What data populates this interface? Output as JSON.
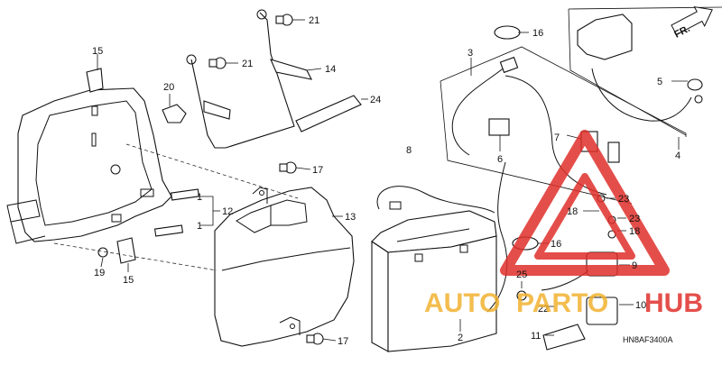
{
  "callouts": {
    "c1a": "1",
    "c1b": "1",
    "c2": "2",
    "c3": "3",
    "c4": "4",
    "c5": "5",
    "c6": "6",
    "c7": "7",
    "c8": "8",
    "c9": "9",
    "c10": "10",
    "c11": "11",
    "c12": "12",
    "c13": "13",
    "c14": "14",
    "c15a": "15",
    "c15b": "15",
    "c16a": "16",
    "c16b": "16",
    "c17a": "17",
    "c17b": "17",
    "c18a": "18",
    "c18b": "18",
    "c19": "19",
    "c20": "20",
    "c21a": "21",
    "c21b": "21",
    "c22": "22",
    "c23a": "23",
    "c23b": "23",
    "c24": "24",
    "c25": "25"
  },
  "direction_marker": "FR.",
  "diagram_code": "HN8AF3400A",
  "watermark": {
    "text_auto": "AUTO",
    "text_parts": "PARTO",
    "text_hub": "HUB",
    "brand_color": "#e0302b",
    "text_color": "#f2b230"
  }
}
